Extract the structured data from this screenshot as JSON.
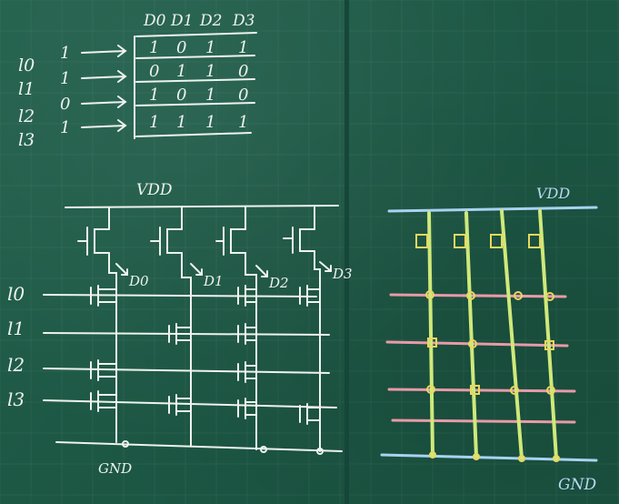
{
  "truth_table": {
    "columns": [
      "D0",
      "D1",
      "D2",
      "D3"
    ],
    "row_labels": [
      "l0",
      "l1",
      "l2",
      "l3"
    ],
    "row_values": [
      "1",
      "1",
      "0",
      "1"
    ],
    "rows": [
      [
        "1",
        "0",
        "1",
        "1"
      ],
      [
        "0",
        "1",
        "1",
        "0"
      ],
      [
        "1",
        "0",
        "1",
        "0"
      ],
      [
        "1",
        "1",
        "1",
        "1"
      ]
    ]
  },
  "left_circuit": {
    "supply_label": "VDD",
    "ground_label": "GND",
    "input_labels": [
      "l0",
      "l1",
      "l2",
      "l3"
    ],
    "output_labels": [
      "D0",
      "D1",
      "D2",
      "D3"
    ]
  },
  "right_circuit": {
    "supply_label": "VDD",
    "ground_label": "GND"
  },
  "colors": {
    "board": "#1f5a48",
    "chalk_white": "#eef3ee",
    "chalk_blue": "#a9d2f0",
    "chalk_pink": "#e89aa8",
    "chalk_green": "#cfe97a",
    "chalk_yellow": "#e8d860"
  }
}
